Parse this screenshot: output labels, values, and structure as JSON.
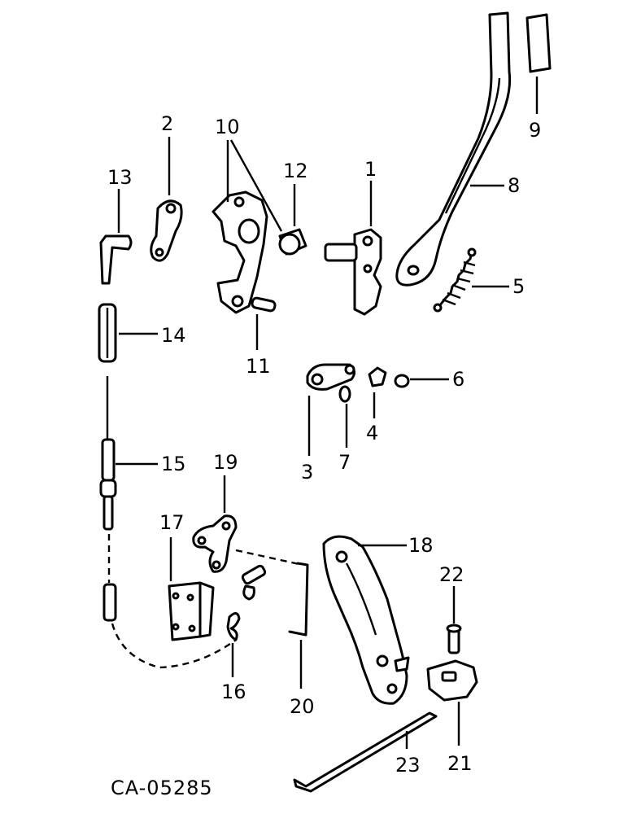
{
  "diagram": {
    "code": "CA-05285",
    "labels": [
      {
        "id": "1",
        "text": "1"
      },
      {
        "id": "2",
        "text": "2"
      },
      {
        "id": "3",
        "text": "3"
      },
      {
        "id": "4",
        "text": "4"
      },
      {
        "id": "5",
        "text": "5"
      },
      {
        "id": "6",
        "text": "6"
      },
      {
        "id": "7",
        "text": "7"
      },
      {
        "id": "8",
        "text": "8"
      },
      {
        "id": "9",
        "text": "9"
      },
      {
        "id": "10",
        "text": "10"
      },
      {
        "id": "11",
        "text": "11"
      },
      {
        "id": "12",
        "text": "12"
      },
      {
        "id": "13",
        "text": "13"
      },
      {
        "id": "14",
        "text": "14"
      },
      {
        "id": "15",
        "text": "15"
      },
      {
        "id": "16",
        "text": "16"
      },
      {
        "id": "17",
        "text": "17"
      },
      {
        "id": "18",
        "text": "18"
      },
      {
        "id": "19",
        "text": "19"
      },
      {
        "id": "20",
        "text": "20"
      },
      {
        "id": "21",
        "text": "21"
      },
      {
        "id": "22",
        "text": "22"
      },
      {
        "id": "23",
        "text": "23"
      }
    ]
  }
}
